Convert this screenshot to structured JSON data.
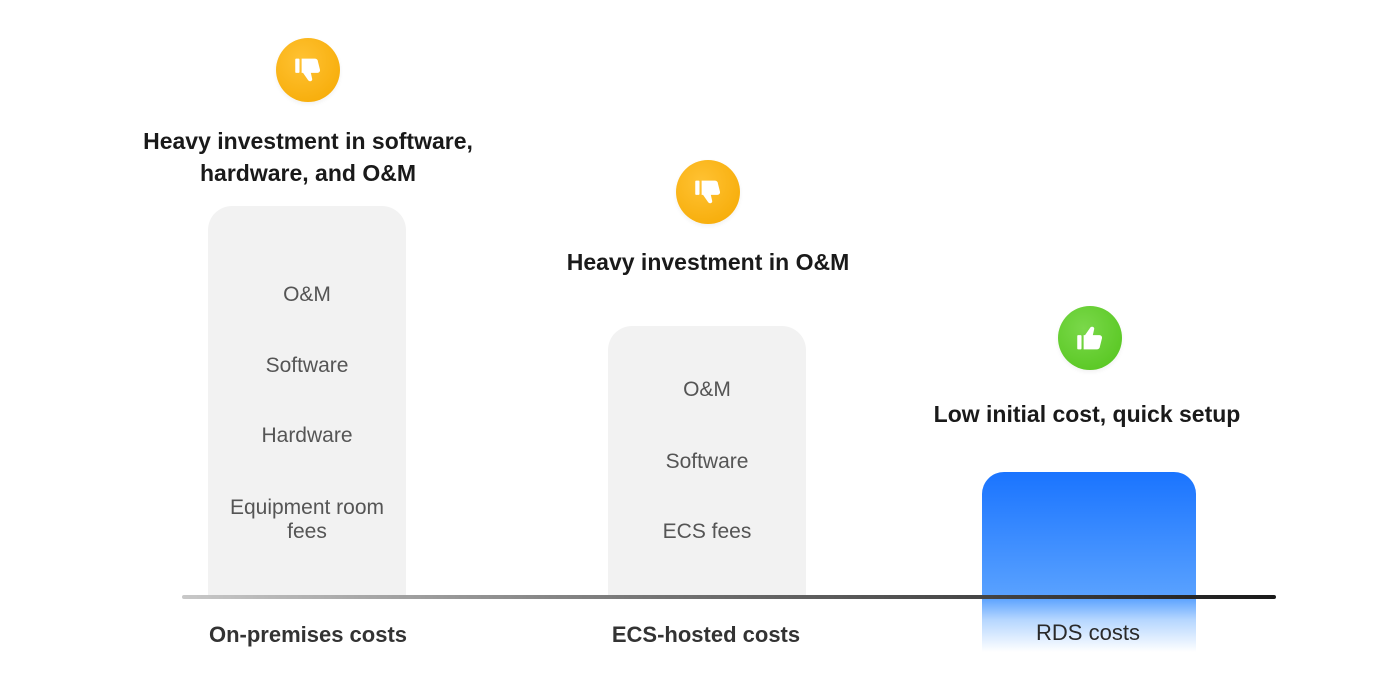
{
  "colors": {
    "thumb_down": "#f5a800",
    "thumb_up": "#52c41a",
    "rds_bar": "#1a74ff"
  },
  "columns": [
    {
      "icon": "thumbs-down-icon",
      "headline_line1": "Heavy investment in software,",
      "headline_line2": "hardware, and O&M",
      "items": [
        "O&M",
        "Software",
        "Hardware",
        "Equipment room",
        "fees"
      ],
      "category": "On-premises costs"
    },
    {
      "icon": "thumbs-down-icon",
      "headline": "Heavy investment in O&M",
      "items": [
        "O&M",
        "Software",
        "ECS fees"
      ],
      "category": "ECS-hosted costs"
    },
    {
      "icon": "thumbs-up-icon",
      "headline": "Low initial cost, quick setup",
      "category": "RDS costs"
    }
  ]
}
